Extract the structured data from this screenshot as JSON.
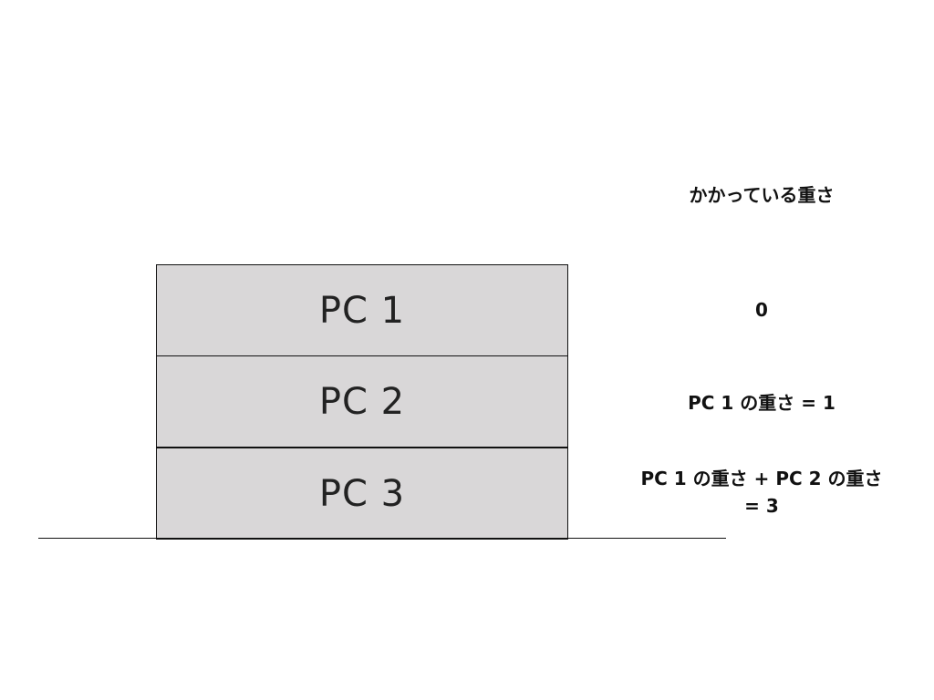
{
  "stack": [
    {
      "label": "PC 1"
    },
    {
      "label": "PC 2"
    },
    {
      "label": "PC 3"
    }
  ],
  "weights": {
    "header": "かかっている重さ",
    "pc1": "0",
    "pc2": "PC 1 の重さ = 1",
    "pc3_line1": "PC 1 の重さ + PC 2 の重さ",
    "pc3_line2": "= 3"
  }
}
